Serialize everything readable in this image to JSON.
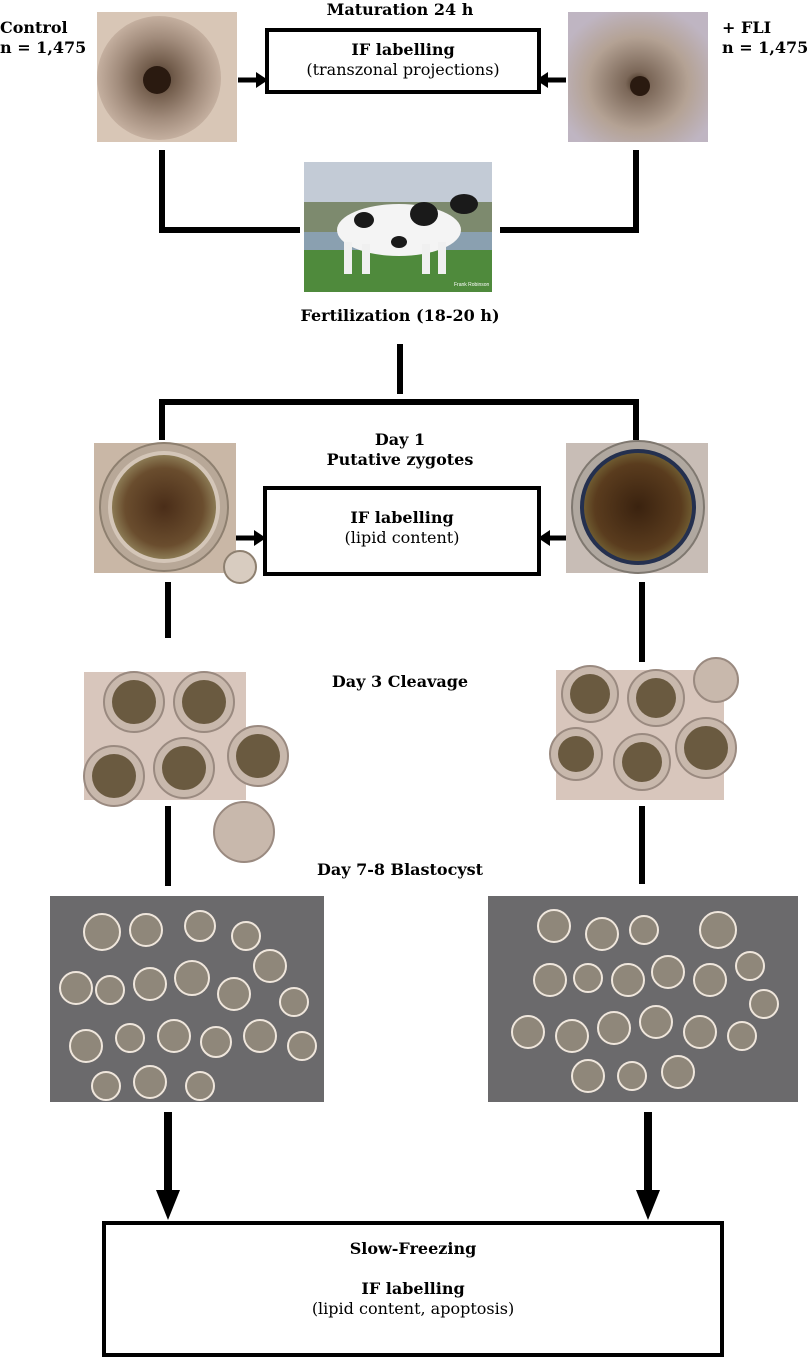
{
  "groups": {
    "control": {
      "name": "Control",
      "n": "n = 1,475"
    },
    "fli": {
      "name": "+ FLI",
      "n": "n = 1,475"
    }
  },
  "stages": {
    "maturation": "Maturation 24 h",
    "fertilization": "Fertilization (18-20 h)",
    "day1_line1": "Day 1",
    "day1_line2": "Putative zygotes",
    "day3": "Day 3 Cleavage",
    "day78": "Day 7-8 Blastocyst"
  },
  "boxes": {
    "maturation_box": {
      "title": "IF labelling",
      "detail": "(transzonal projections)"
    },
    "zygote_box": {
      "title": "IF labelling",
      "detail": "(lipid content)"
    },
    "final_box": {
      "heading": "Slow-Freezing",
      "title": "IF labelling",
      "detail": "(lipid content, apoptosis)"
    }
  },
  "cow_photo_caption": "Frank Robinson",
  "colors": {
    "line": "#000000",
    "micro_bg": "#c9b7a6",
    "dark_micro_bg": "#6b6a6c",
    "sky": "#c3cbd6",
    "grass": "#4f8a3c"
  }
}
